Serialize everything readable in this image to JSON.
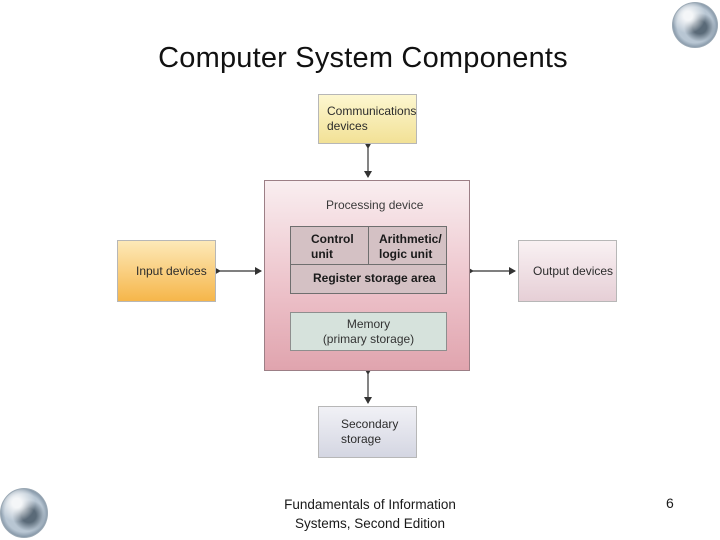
{
  "slide": {
    "title": "Computer System Components",
    "footer_line1": "Fundamentals of Information",
    "footer_line2": "Systems, Second Edition",
    "page_number": "6"
  },
  "diagram": {
    "communications": {
      "line1": "Communications",
      "line2": "devices"
    },
    "input_devices": "Input devices",
    "output_devices": "Output devices",
    "secondary_storage": {
      "line1": "Secondary",
      "line2": "storage"
    },
    "processing_device": {
      "label": "Processing device",
      "control_unit": {
        "line1": "Control",
        "line2": "unit"
      },
      "alu": {
        "line1": "Arithmetic/",
        "line2": "logic unit"
      },
      "register": "Register storage area",
      "memory": {
        "line1": "Memory",
        "line2": "(primary storage)"
      }
    }
  }
}
